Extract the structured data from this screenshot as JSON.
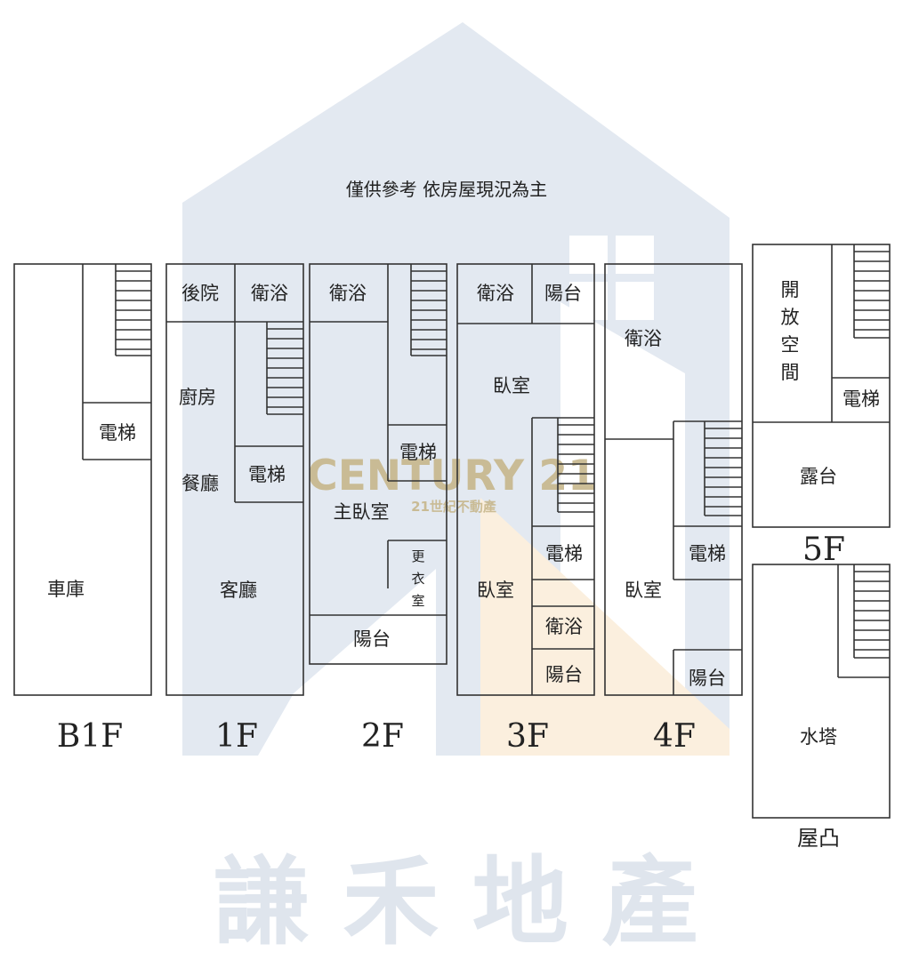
{
  "disclaimer": "僅供參考 依房屋現況為主",
  "watermark": {
    "brand": "CENTURY 21",
    "brand_sub": "21世紀不動產",
    "agency": "謙 禾 地 產",
    "colors": {
      "house": "#e3e9f1",
      "brand": "#c7b78c",
      "orange": "#fbefde",
      "agency": "#dfe5ed"
    }
  },
  "floors": {
    "b1f": {
      "label": "B1F",
      "rooms": {
        "elevator": "電梯",
        "garage": "車庫"
      }
    },
    "f1": {
      "label": "1F",
      "rooms": {
        "backyard": "後院",
        "bath": "衛浴",
        "kitchen": "廚房",
        "dining": "餐廳",
        "elevator": "電梯",
        "living": "客廳"
      }
    },
    "f2": {
      "label": "2F",
      "rooms": {
        "bath": "衛浴",
        "elevator": "電梯",
        "master": "主臥室",
        "closet": [
          "更",
          "衣",
          "室"
        ],
        "balcony": "陽台"
      }
    },
    "f3": {
      "label": "3F",
      "rooms": {
        "bath": "衛浴",
        "balcony": "陽台",
        "bedroom1": "臥室",
        "elevator": "電梯",
        "bedroom2": "臥室",
        "bath2": "衛浴",
        "balcony2": "陽台"
      }
    },
    "f4": {
      "label": "4F",
      "rooms": {
        "bath": "衛浴",
        "elevator": "電梯",
        "bedroom": "臥室",
        "balcony": "陽台"
      }
    },
    "f5": {
      "label": "5F",
      "rooms": {
        "open_space": [
          "開",
          "放",
          "空",
          "間"
        ],
        "elevator": "電梯",
        "terrace": "露台"
      }
    },
    "roof": {
      "label": "屋凸",
      "rooms": {
        "water_tower": "水塔"
      }
    }
  }
}
